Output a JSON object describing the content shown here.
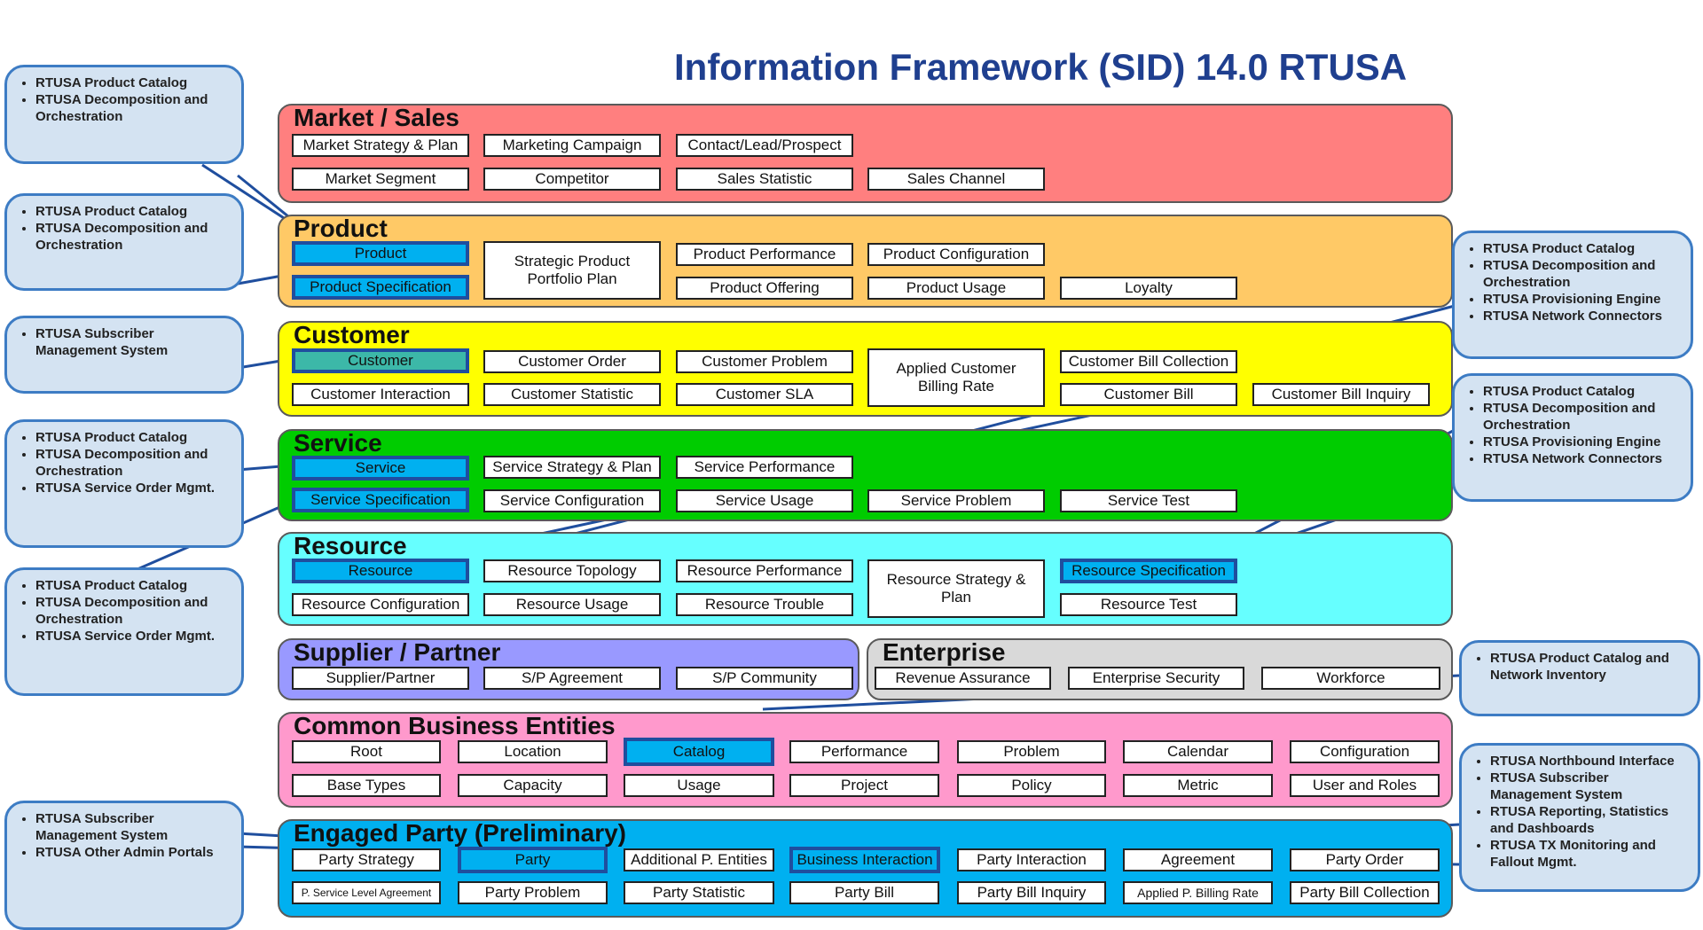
{
  "title": "Information Framework (SID) 14.0 RTUSA",
  "colors": {
    "title": "#1f3f8f",
    "market": "#ff7f7f",
    "product": "#ffc966",
    "customer": "#ffff00",
    "service": "#00cc00",
    "resource": "#66ffff",
    "supplier": "#9999ff",
    "enterprise": "#d9d9d9",
    "common": "#ff99cc",
    "engaged": "#00b0f0",
    "highlight": "#00b0f0",
    "highlight_border": "#1f4e9e",
    "callout_fill": "#d4e3f2",
    "callout_border": "#3d7cc4",
    "connector": "#1f4e9e"
  },
  "domains": [
    {
      "id": "market",
      "name": "Market / Sales",
      "entities": [
        {
          "label": "Market Strategy & Plan"
        },
        {
          "label": "Marketing Campaign"
        },
        {
          "label": "Contact/Lead/Prospect"
        },
        {
          "label": "Market Segment"
        },
        {
          "label": "Competitor"
        },
        {
          "label": "Sales Statistic"
        },
        {
          "label": "Sales Channel"
        }
      ]
    },
    {
      "id": "product",
      "name": "Product",
      "entities": [
        {
          "label": "Product",
          "highlight": true
        },
        {
          "label": "Product Specification",
          "highlight": true
        },
        {
          "label": "Strategic Product Portfolio Plan"
        },
        {
          "label": "Product Performance"
        },
        {
          "label": "Product Configuration"
        },
        {
          "label": "Product Offering"
        },
        {
          "label": "Product Usage"
        },
        {
          "label": "Loyalty"
        }
      ]
    },
    {
      "id": "customer",
      "name": "Customer",
      "entities": [
        {
          "label": "Customer",
          "highlight": true
        },
        {
          "label": "Customer Order"
        },
        {
          "label": "Customer Problem"
        },
        {
          "label": "Applied Customer Billing Rate"
        },
        {
          "label": "Customer Bill Collection"
        },
        {
          "label": "Customer Interaction"
        },
        {
          "label": "Customer Statistic"
        },
        {
          "label": "Customer SLA"
        },
        {
          "label": "Customer Bill"
        },
        {
          "label": "Customer Bill Inquiry"
        }
      ]
    },
    {
      "id": "service",
      "name": "Service",
      "entities": [
        {
          "label": "Service",
          "highlight": true
        },
        {
          "label": "Service Strategy & Plan"
        },
        {
          "label": "Service Performance"
        },
        {
          "label": "Service Specification",
          "highlight": true
        },
        {
          "label": "Service Configuration"
        },
        {
          "label": "Service Usage"
        },
        {
          "label": "Service Problem"
        },
        {
          "label": "Service Test"
        }
      ]
    },
    {
      "id": "resource",
      "name": "Resource",
      "entities": [
        {
          "label": "Resource",
          "highlight": true
        },
        {
          "label": "Resource Topology"
        },
        {
          "label": "Resource Performance"
        },
        {
          "label": "Resource Strategy & Plan"
        },
        {
          "label": "Resource Specification",
          "highlight": true
        },
        {
          "label": "Resource Configuration"
        },
        {
          "label": "Resource Usage"
        },
        {
          "label": "Resource Trouble"
        },
        {
          "label": "Resource Test"
        }
      ]
    },
    {
      "id": "supplier",
      "name": "Supplier / Partner",
      "entities": [
        {
          "label": "Supplier/Partner"
        },
        {
          "label": "S/P Agreement"
        },
        {
          "label": "S/P Community"
        }
      ]
    },
    {
      "id": "enterprise",
      "name": "Enterprise",
      "entities": [
        {
          "label": "Revenue Assurance"
        },
        {
          "label": "Enterprise Security"
        },
        {
          "label": "Workforce"
        }
      ]
    },
    {
      "id": "common",
      "name": "Common Business Entities",
      "entities": [
        {
          "label": "Root"
        },
        {
          "label": "Location"
        },
        {
          "label": "Catalog",
          "highlight": true
        },
        {
          "label": "Performance"
        },
        {
          "label": "Problem"
        },
        {
          "label": "Calendar"
        },
        {
          "label": "Configuration"
        },
        {
          "label": "Base Types"
        },
        {
          "label": "Capacity"
        },
        {
          "label": "Usage"
        },
        {
          "label": "Project"
        },
        {
          "label": "Policy"
        },
        {
          "label": "Metric"
        },
        {
          "label": "User and Roles"
        }
      ]
    },
    {
      "id": "engaged",
      "name": "Engaged Party (Preliminary)",
      "entities": [
        {
          "label": "Party Strategy"
        },
        {
          "label": "Party",
          "highlight": true
        },
        {
          "label": "Additional P. Entities"
        },
        {
          "label": "Business Interaction",
          "highlight": true
        },
        {
          "label": "Party Interaction"
        },
        {
          "label": "Agreement"
        },
        {
          "label": "Party Order"
        },
        {
          "label": "P. Service Level Agreement"
        },
        {
          "label": "Party Problem"
        },
        {
          "label": "Party Statistic"
        },
        {
          "label": "Party Bill"
        },
        {
          "label": "Party Bill Inquiry"
        },
        {
          "label": "Applied P. Billing Rate"
        },
        {
          "label": "Party Bill Collection"
        }
      ]
    }
  ],
  "callouts": [
    {
      "id": "c1",
      "items": [
        "RTUSA Product Catalog",
        "RTUSA Decomposition and Orchestration"
      ]
    },
    {
      "id": "c2",
      "items": [
        "RTUSA Product Catalog",
        "RTUSA Decomposition and Orchestration"
      ]
    },
    {
      "id": "c3",
      "items": [
        "RTUSA Subscriber Management System"
      ]
    },
    {
      "id": "c4",
      "items": [
        "RTUSA Product Catalog",
        "RTUSA Decomposition and Orchestration",
        "RTUSA Service Order Mgmt."
      ]
    },
    {
      "id": "c5",
      "items": [
        "RTUSA Product Catalog",
        "RTUSA Decomposition and Orchestration",
        "RTUSA Service Order Mgmt."
      ]
    },
    {
      "id": "c6",
      "items": [
        "RTUSA Subscriber Management System",
        "RTUSA Other Admin Portals"
      ]
    },
    {
      "id": "c7",
      "items": [
        "RTUSA Product Catalog",
        "RTUSA Decomposition and Orchestration",
        "RTUSA Provisioning Engine",
        "RTUSA Network Connectors"
      ]
    },
    {
      "id": "c8",
      "items": [
        "RTUSA Product Catalog",
        "RTUSA Decomposition and Orchestration",
        "RTUSA Provisioning Engine",
        "RTUSA Network Connectors"
      ]
    },
    {
      "id": "c9",
      "items": [
        "RTUSA Product Catalog and Network Inventory"
      ]
    },
    {
      "id": "c10",
      "items": [
        "RTUSA Northbound Interface",
        "RTUSA Subscriber Management System",
        "RTUSA Reporting, Statistics and Dashboards",
        "RTUSA TX Monitoring and Fallout Mgmt."
      ]
    }
  ]
}
